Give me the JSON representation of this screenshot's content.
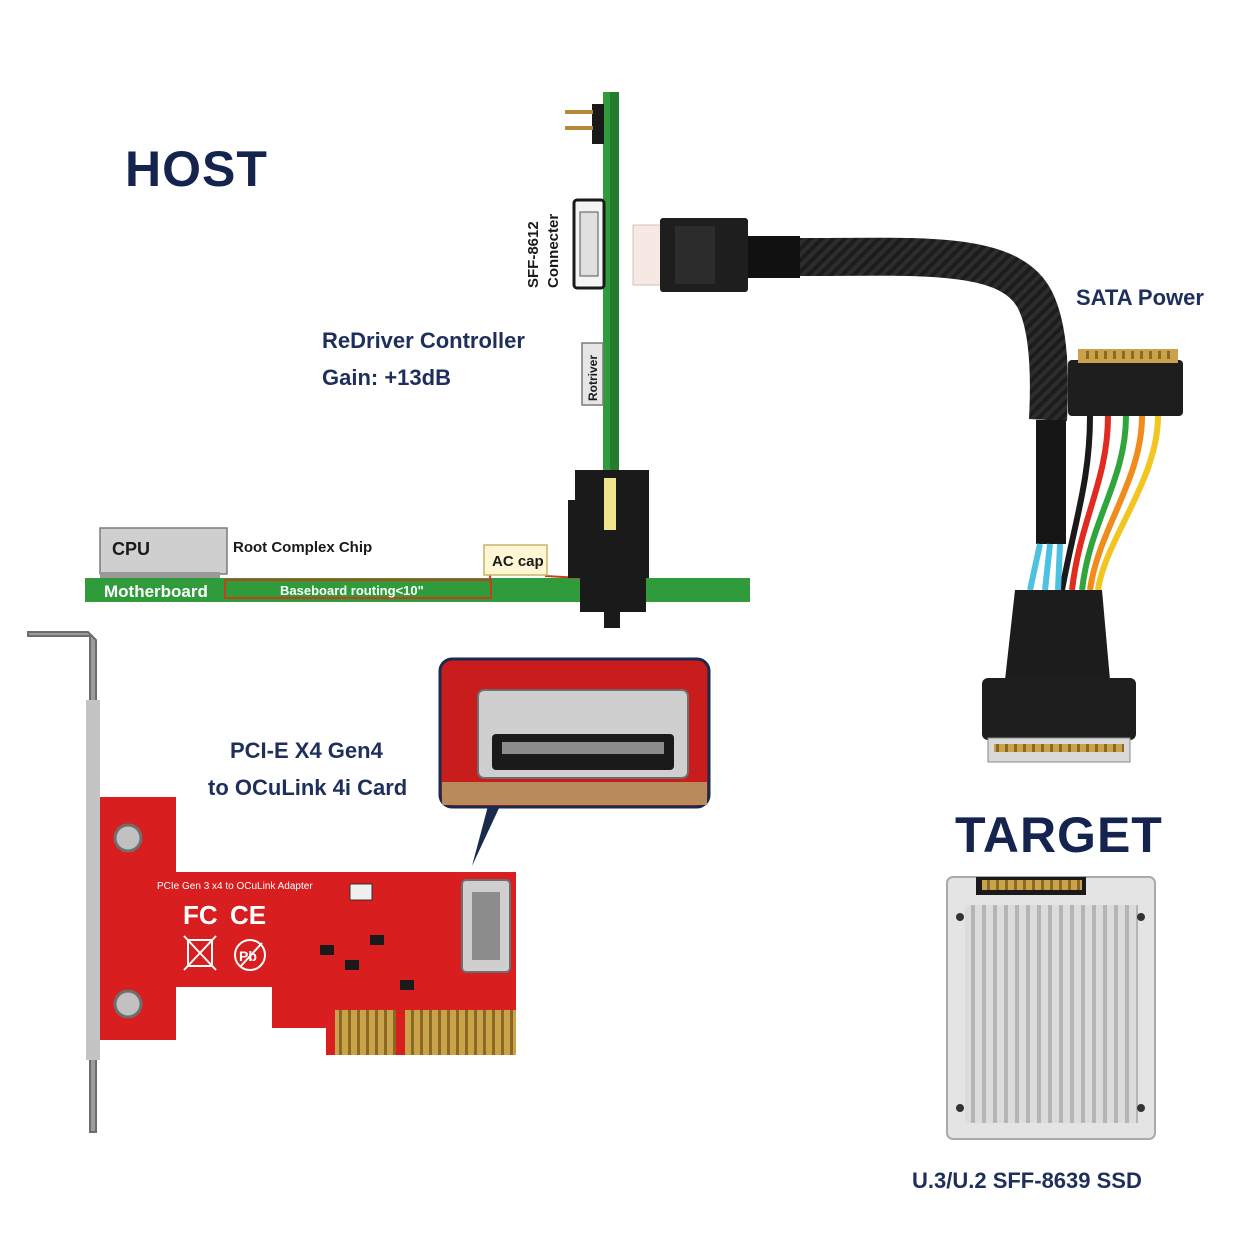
{
  "diagram": {
    "host_title": "HOST",
    "target_title": "TARGET",
    "redriver": {
      "title": "ReDriver Controller",
      "gain": "Gain: +13dB",
      "chip_label": "Rotriver"
    },
    "sff_connector": {
      "line1": "SFF-8612",
      "line2": "Connecter"
    },
    "sata_power": "SATA Power",
    "motherboard": {
      "label": "Motherboard",
      "cpu": "CPU",
      "root_complex": "Root Complex Chip",
      "ac_cap": "AC cap",
      "routing": "Baseboard routing<10\""
    },
    "card": {
      "title_line1": "PCI-E X4 Gen4",
      "title_line2": "to OCuLink 4i Card",
      "silkscreen": "PCIe Gen 3 x4 to OCuLink Adapter",
      "fc_mark": "FC",
      "ce_mark": "CE",
      "pb_mark": "Pb"
    },
    "ssd": {
      "label": "U.3/U.2 SFF-8639 SSD"
    }
  },
  "colors": {
    "navy": "#15244f",
    "pcb_green": "#2f9b3a",
    "card_red": "#d81e1e",
    "cable_black": "#1c1c1c"
  }
}
